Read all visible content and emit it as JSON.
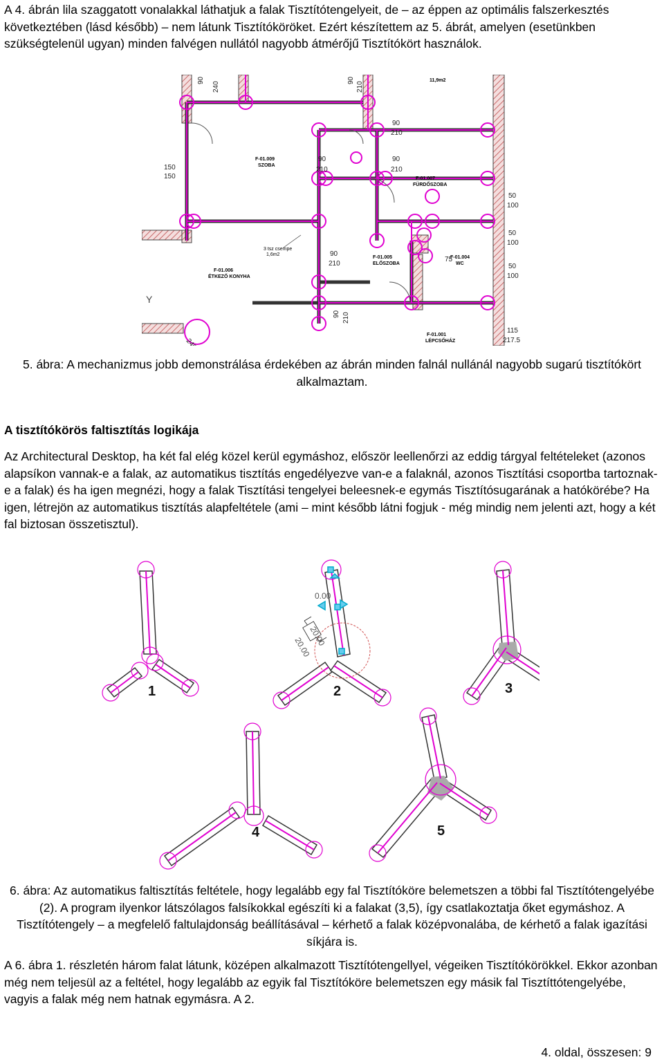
{
  "intro_paragraph": "A 4. ábrán lila szaggatott vonalakkal láthatjuk a falak Tisztítótengelyeit, de – az éppen az optimális falszerkesztés következtében (lásd később) – nem látunk Tisztítóköröket. Ezért készítettem az 5. ábrát, amelyen (esetünkben szükségtelenül ugyan) minden falvégen nullától nagyobb átmérőjű Tisztítókört használok.",
  "figure5": {
    "caption": "5. ábra: A mechanizmus jobb demonstrálása érdekében az ábrán minden falnál nullánál nagyobb sugarú tisztítókört alkalmaztam.",
    "room_labels": [
      {
        "code": "F-01.009",
        "name": "SZOBA"
      },
      {
        "code": "F-01.007",
        "name": "FÜRDŐSZOBA"
      },
      {
        "code": "F-01.006",
        "name": "ÉTKEZŐ KONYHA"
      },
      {
        "code": "F-01.005",
        "name": "ELŐSZOBA"
      },
      {
        "code": "F-01.004",
        "name": "WC"
      },
      {
        "code": "F-01.001",
        "name": "LÉPCSŐHÁZ"
      }
    ],
    "dims": [
      "90",
      "240",
      "90",
      "210",
      "90",
      "210",
      "90",
      "210",
      "90",
      "210",
      "150",
      "150",
      "50",
      "100",
      "50",
      "100",
      "50",
      "100",
      "90",
      "210",
      "75",
      "90",
      "210",
      "115",
      "217.5",
      "11,9m2",
      "3 tsz csempe 1,6m2"
    ]
  },
  "section_heading": "A tisztítókörös faltisztítás logikája",
  "body_paragraph": "Az Architectural Desktop, ha két fal elég közel kerül egymáshoz, először leellenőrzi az eddig tárgyal feltételeket (azonos alapsíkon vannak-e a falak, az automatikus tisztítás engedélyezve van-e a falaknál, azonos Tisztítási csoportba tartoznak-e a falak) és ha igen megnézi, hogy a falak Tisztítási tengelyei beleesnek-e egymás Tisztítósugarának a hatókörébe? Ha igen, létrejön az automatikus tisztítás alapfeltétele (ami – mint később látni fogjuk - még mindig nem jelenti azt, hogy a két fal biztosan összetisztul).",
  "figure6": {
    "caption": "6. ábra: Az automatikus faltisztítás feltétele, hogy legalább egy fal Tisztítóköre belemetszen a többi fal Tisztítótengelyébe (2). A program ilyenkor látszólagos falsíkokkal egészíti ki a falakat (3,5), így csatlakoztatja őket egymáshoz. A Tisztítótengely – a megfelelő faltulajdonság beállításával – kérhető a falak középvonalába, de kérhető a falak igazítási síkjára is.",
    "panel_numbers": [
      "1",
      "2",
      "3",
      "4",
      "5"
    ],
    "annotations": [
      "0.00",
      "20.00",
      "20.00"
    ]
  },
  "closing_paragraph": "A 6. ábra 1. részletén három falat látunk, középen alkalmazott Tisztítótengellyel, végeiken Tisztítókörökkel. Ekkor azonban még nem teljesül az a feltétel, hogy legalább az egyik fal Tisztítóköre belemetszen egy másik fal Tisztíttótengelyébe, vagyis a falak még nem hatnak egymásra. A 2.",
  "footer": "4. oldal, összesen: 9",
  "colors": {
    "magenta": "#e000d0",
    "hatch": "#d98080",
    "wall": "#333333",
    "grey_fill": "#aaaaaa"
  }
}
